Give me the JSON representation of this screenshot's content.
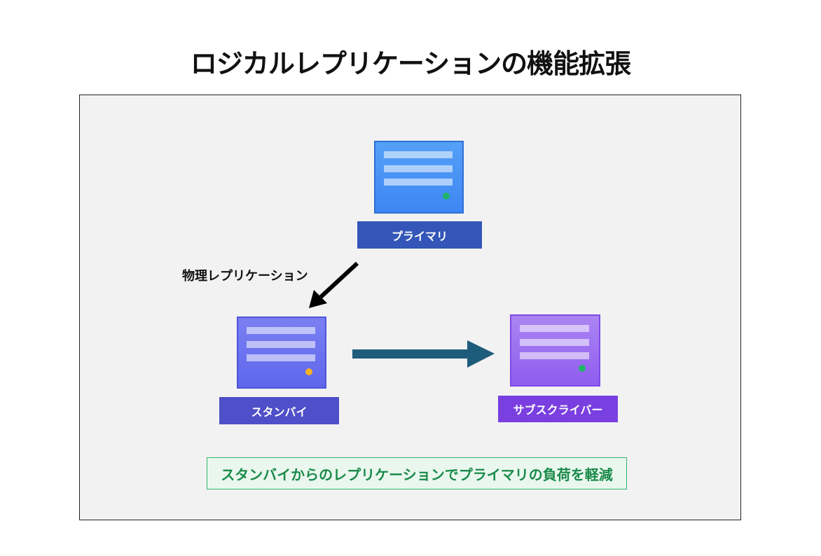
{
  "title": "ロジカルレプリケーションの機能拡張",
  "nodes": {
    "primary": {
      "label": "プライマリ",
      "box_color": "#4690f5",
      "label_color": "#3456b8",
      "status_dot_color": "#1fb36b"
    },
    "standby": {
      "label": "スタンバイ",
      "box_color": "#6b71ef",
      "label_color": "#4f4fc9",
      "status_dot_color": "#f5b221"
    },
    "subscriber": {
      "label": "サブスクライバー",
      "box_color": "#9b6cf0",
      "label_color": "#7a3fe0",
      "status_dot_color": "#1fb36b"
    }
  },
  "edges": {
    "physical": {
      "label": "物理レプリケーション",
      "color": "#000000"
    },
    "logical": {
      "color": "#1e5c7c"
    }
  },
  "note": "スタンバイからのレプリケーションでプライマリの負荷を軽減"
}
